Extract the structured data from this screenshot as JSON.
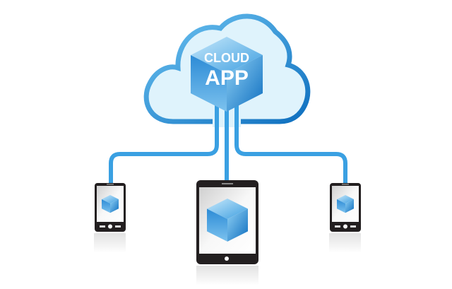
{
  "diagram": {
    "cloud_label_line1": "CLOUD",
    "cloud_label_line2": "APP",
    "devices": [
      "phone",
      "tablet",
      "phone"
    ],
    "colors": {
      "cloud_fill": "#dff3fc",
      "cloud_stroke": "#1a7fca",
      "connector": "#3aa0e2",
      "device_frame": "#231f20",
      "cube_light": "#9fd4f3",
      "cube_dark": "#0e6fbf"
    }
  }
}
